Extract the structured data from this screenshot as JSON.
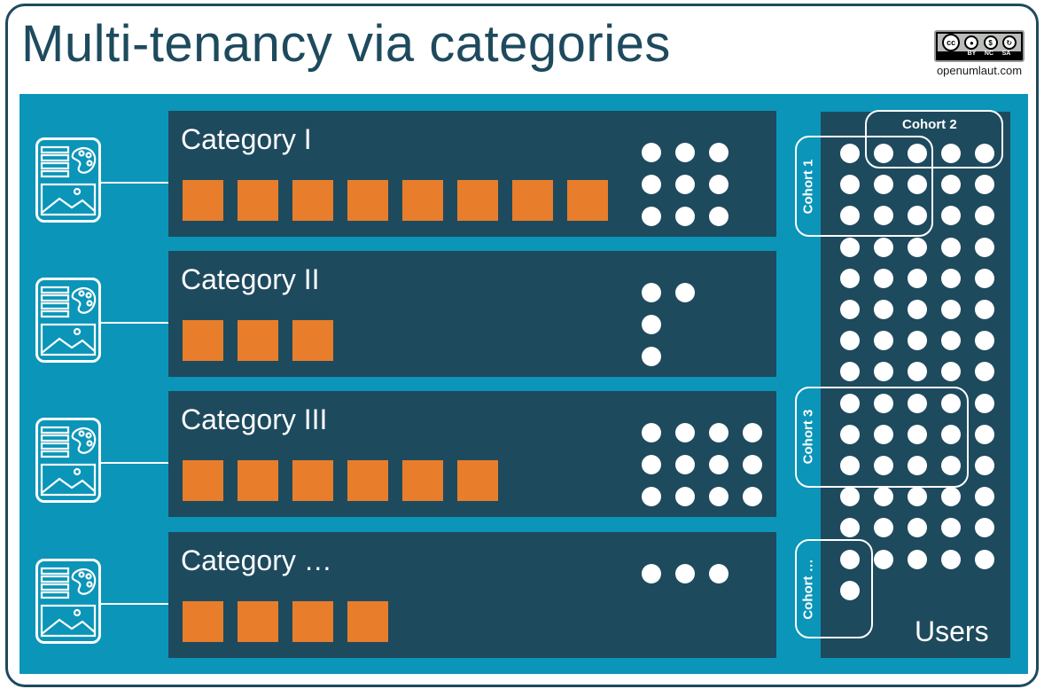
{
  "title": "Multi-tenancy via categories",
  "license": {
    "badge_icons": [
      "cc",
      "by",
      "nc",
      "sa"
    ],
    "badge_labels": [
      "BY",
      "NC",
      "SA"
    ],
    "url": "openumlaut.com"
  },
  "colors": {
    "background_area": "#0b95b8",
    "panel": "#1e4a5e",
    "content_square": "#e87d2b",
    "user_dot": "#ffffff"
  },
  "categories": [
    {
      "label": "Category I",
      "content_count": 8
    },
    {
      "label": "Category II",
      "content_count": 3
    },
    {
      "label": "Category III",
      "content_count": 6
    },
    {
      "label": "Category …",
      "content_count": 4
    }
  ],
  "users": {
    "label": "Users",
    "cohorts": [
      {
        "label": "Cohort 1"
      },
      {
        "label": "Cohort 2"
      },
      {
        "label": "Cohort 3"
      },
      {
        "label": "Cohort …"
      }
    ]
  },
  "icons": [
    "content-card-icon",
    "list-icon",
    "palette-icon",
    "image-icon"
  ]
}
